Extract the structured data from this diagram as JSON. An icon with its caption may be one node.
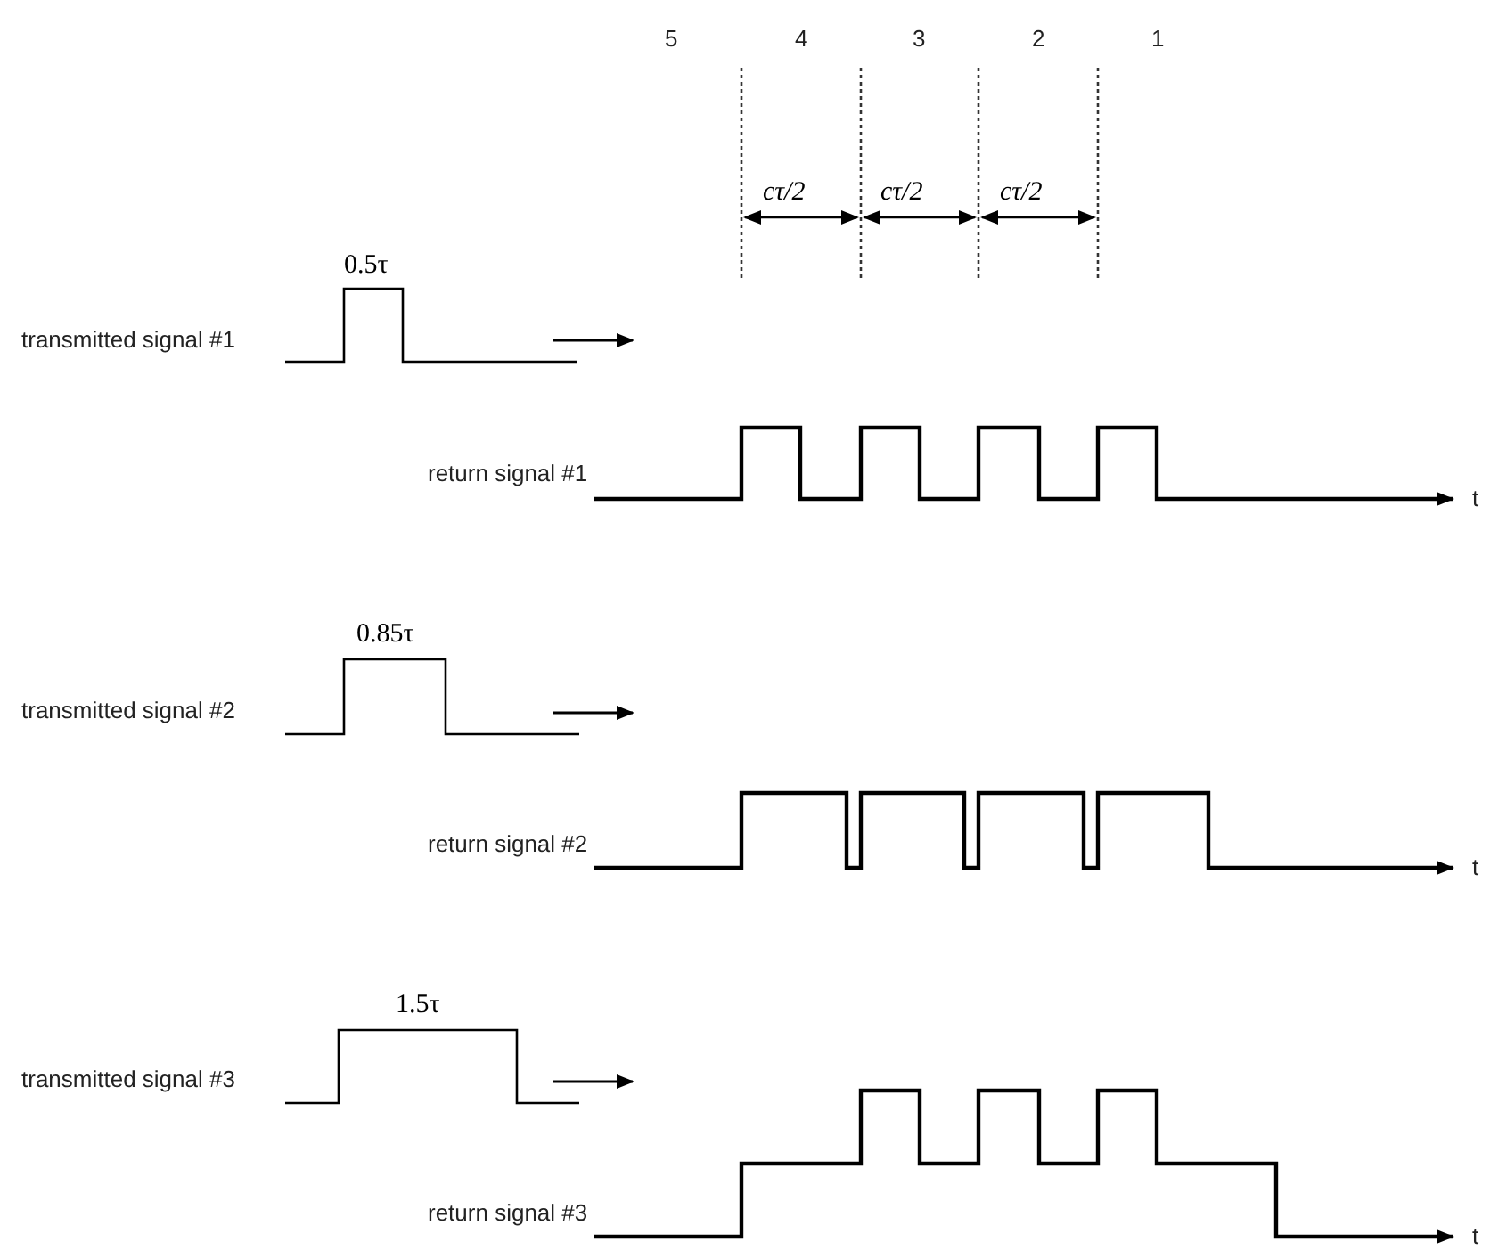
{
  "diagram": {
    "labels": [
      "5",
      "4",
      "3",
      "2",
      "1",
      "cτ/2",
      "cτ/2",
      "cτ/2",
      "0.5τ",
      "transmitted signal #1",
      "return signal #1",
      "t",
      "0.85τ",
      "transmitted signal #2",
      "return signal #2",
      "t",
      "1.5τ",
      "transmitted signal #3",
      "return signal #3",
      "t"
    ]
  }
}
